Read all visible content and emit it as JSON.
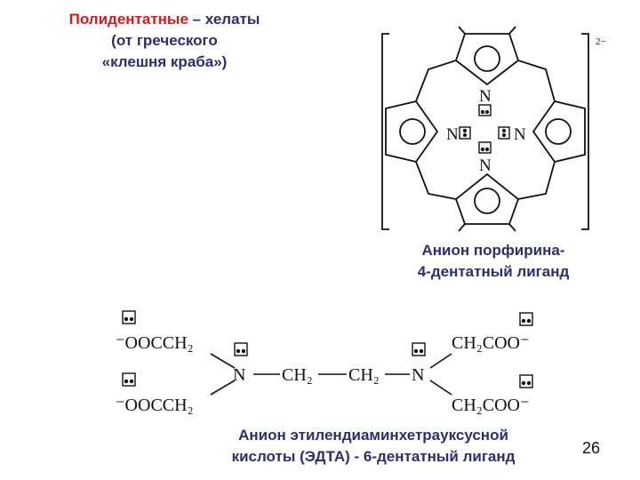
{
  "title": {
    "line1_red": "Полидентатные",
    "line1_rest": " – хелаты",
    "line2": "(от греческого",
    "line3": "«клешня краба»)"
  },
  "porphyrin": {
    "charge": "2−",
    "atom_label": "N",
    "caption_line1": "Анион порфирина-",
    "caption_line2": "4-дентатный лиганд"
  },
  "edta": {
    "left_top": "⁻OOCCH₂",
    "left_bottom": "⁻OOCCH₂",
    "right_top": "CH₂COO⁻",
    "right_bottom": "CH₂COO⁻",
    "nitrogen": "N",
    "ch2": "CH₂",
    "caption_line1": "Анион этилендиаминхетрауксусной",
    "caption_line2": "кислоты (ЭДТА)  - 6-дентатный лиганд"
  },
  "page_number": "26"
}
